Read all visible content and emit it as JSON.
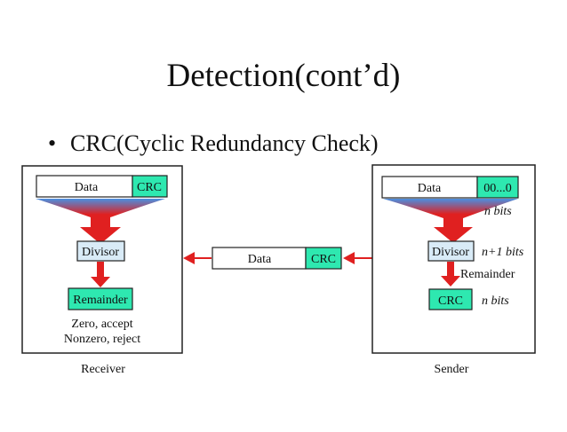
{
  "slide": {
    "title": "Detection(cont’d)",
    "bullet_marker": "•",
    "bullet_text": "CRC(Cyclic Redundancy Check)"
  },
  "receiver": {
    "caption": "Receiver",
    "data_label": "Data",
    "crc_label": "CRC",
    "divisor_label": "Divisor",
    "remainder_label": "Remainder",
    "outcome_zero": "Zero, accept",
    "outcome_nonzero": "Nonzero, reject"
  },
  "channel": {
    "data_label": "Data",
    "crc_label": "CRC"
  },
  "sender": {
    "caption": "Sender",
    "data_label": "Data",
    "padding_label": "00...0",
    "n_bits_label": "n bits",
    "divisor_label": "Divisor",
    "n_plus_1_bits_label": "n+1 bits",
    "remainder_label": "Remainder",
    "crc_label": "CRC",
    "crc_bits_label": "n bits"
  },
  "colors": {
    "highlight": "#2ee8b0",
    "divisor_fill": "#d9ebf7",
    "arrow_red": "#e02020"
  }
}
